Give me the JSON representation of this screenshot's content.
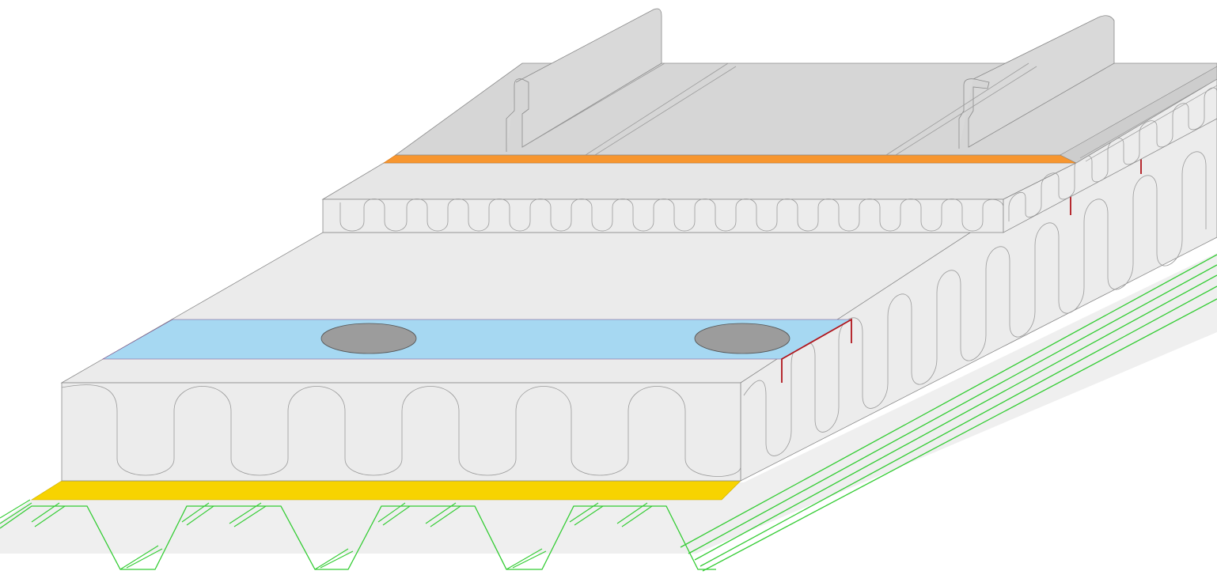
{
  "diagram": {
    "type": "roof-build-up-isometric",
    "labels": [],
    "layers": [
      {
        "name": "standing-seam-metal-sheet",
        "color": "#d6d6d6"
      },
      {
        "name": "seam-sealant-strip",
        "color": "#f7962f"
      },
      {
        "name": "upper-mineral-wool-insulation",
        "color": "#ebebeb"
      },
      {
        "name": "separation-membrane",
        "color": "#a6d8f2"
      },
      {
        "name": "fastening-discs",
        "color": "#9c9c9c"
      },
      {
        "name": "lower-mineral-wool-insulation",
        "color": "#ebebeb"
      },
      {
        "name": "vapor-barrier",
        "color": "#f7d300"
      },
      {
        "name": "trapezoidal-steel-deck",
        "color": "#33cc33"
      }
    ],
    "accents": {
      "fastener_color": "#b0151c",
      "outline_color": "#9a9a9a",
      "deck_line_color": "#33cc33"
    }
  }
}
